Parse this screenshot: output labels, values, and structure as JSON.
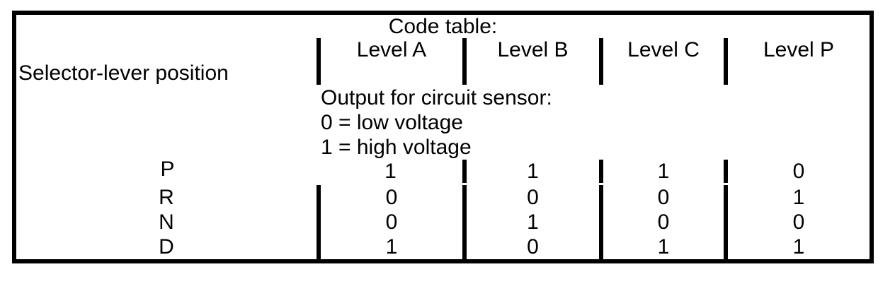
{
  "table": {
    "title": "Code table:",
    "columns": [
      "Level A",
      "Level B",
      "Level C",
      "Level P"
    ],
    "row_label_header": "Selector-lever position",
    "note_lines": [
      "Output for circuit sensor:",
      "0 = low voltage",
      "1 = high voltage"
    ],
    "rows": [
      {
        "label": "P",
        "values": [
          "1",
          "1",
          "1",
          "0"
        ]
      },
      {
        "label": "R",
        "values": [
          "0",
          "0",
          "0",
          "1"
        ]
      },
      {
        "label": "N",
        "values": [
          "0",
          "1",
          "0",
          "0"
        ]
      },
      {
        "label": "D",
        "values": [
          "1",
          "0",
          "1",
          "1"
        ]
      }
    ]
  },
  "colors": {
    "border": "#000000",
    "text": "#000000",
    "background": "#ffffff"
  }
}
